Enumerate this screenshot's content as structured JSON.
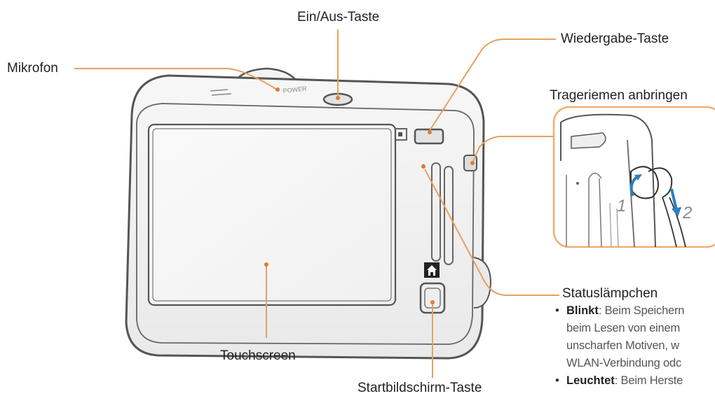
{
  "labels": {
    "power_button": "Ein/Aus-Taste",
    "playback_button": "Wiedergabe-Taste",
    "microphone": "Mikrofon",
    "strap": "Trageriemen anbringen",
    "status_lamp": "Statuslämpchen",
    "touchscreen": "Touchscreen",
    "home_button": "Startbildschirm-Taste"
  },
  "camera_text": {
    "power": "POWER"
  },
  "strap_steps": [
    "1",
    "2"
  ],
  "status_lamp_notes": [
    {
      "term": "Blinkt",
      "lines": [
        ": Beim Speichern",
        "beim Lesen von einem",
        "unscharfen Motiven, w",
        "WLAN-Verbindung odc"
      ]
    },
    {
      "term": "Leuchtet",
      "lines": [
        ": Beim Herste"
      ]
    }
  ],
  "colors": {
    "leader": "#e8a060",
    "dot": "#e07a2f",
    "outline": "#555555",
    "strap_arrow": "#2f7fc1",
    "inset_border": "#f0b070"
  },
  "icons": {
    "home": "home-icon",
    "playback": "play-icon"
  }
}
